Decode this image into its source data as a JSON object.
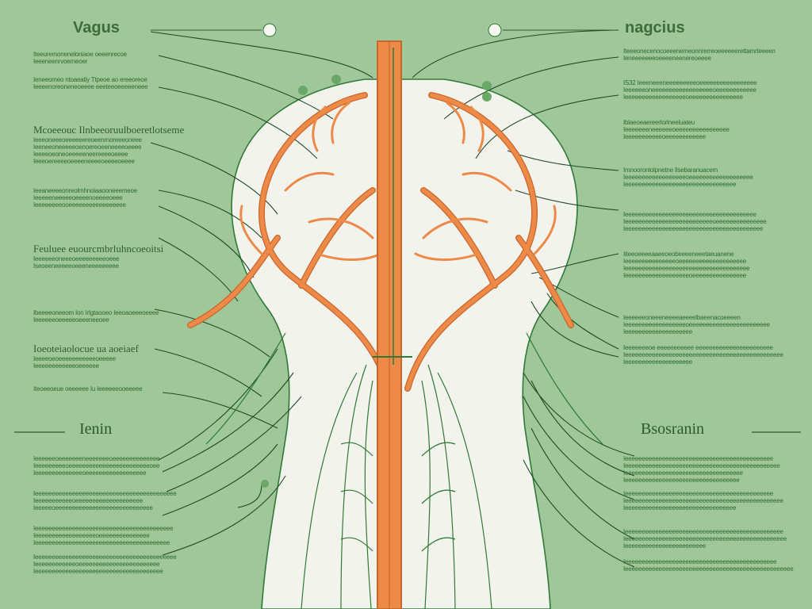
{
  "titles": {
    "top_left": "Vagus",
    "top_right": "nagcius",
    "mid_left": "Ienin",
    "mid_right": "Bsosranin"
  },
  "left_blocks": [
    {
      "heading": "",
      "lines": [
        "Iteeuremoneneloniaoe oeeenrecoe",
        "Ieeeneenrvoemeoer"
      ]
    },
    {
      "heading": "",
      "lines": [
        "Ieneeomeo ntoaeatiy Ttpeoe ao ereeoreoe",
        "Ieeeenoreoneneoeeee eeeteeoeeeeeneee"
      ]
    },
    {
      "heading": "Mcoeeouc  Ilnbeeoruulboeretlotseme",
      "lines": [
        "Ieeeoneeeoeeeeeereoeenrnoreeeoneee",
        "Ieeneeoneeeeeoenoereoeeneeeeoeeee",
        "Ieeeeoeoneoeeeeeneereeeeoeeee",
        "Ieeeoereeeeoeeeeneeeeoeeeeoeeee"
      ]
    },
    {
      "heading": "",
      "lines": [
        "Ieeaneeeeonreolmhnoiaaooneeemeoe",
        "Ieeeeeneeeeeoeeeenoeeeeoeee",
        "Ieeeeeeeeooeeeeeeeeeeeeeeeee"
      ]
    },
    {
      "heading": "Feuluee  euourcmbrluhncoeoitsi",
      "lines": [
        "Ieeeeeeoneeeoeeeeeeeeeoeee",
        "Iseoeeneeeeeoeeeneeeeeeeee"
      ]
    },
    {
      "heading": "",
      "lines": [
        "Ibeeeeoneeom Ion Irlgtaooeo Ieeoaoeeeoeeee",
        "Ieeeeeeoeeeeeoeeeneeoee"
      ]
    },
    {
      "heading": "Ioeoteiaolocue ua aoeiaef",
      "lines": [
        "Ieeeeoeoeeeeeeeeeeeoeeeee",
        "Ieeeeeeeeeeeeoeeeeee"
      ]
    },
    {
      "heading": "",
      "lines": [
        "Iteoeeoeue oeeeeee Iu Ieeeeeeooeeeee"
      ]
    },
    {
      "heading": "",
      "lines": [
        "Ieeeeeeoeeeeeeeneeeeeeeoeeeeeeeeeeeeee",
        "Ieeeeeeeeeoeeeeeeeeeeeeeeeeeeeeeeeeoee",
        "Ieeeeeeeeeeeeeeoeeeeeeeeeeeeeeeeee"
      ]
    },
    {
      "heading": "",
      "lines": [
        "Ieeeeeeeeeeeeeeeeeeeeeeeeeeeeeeeeeeeeeeeeee",
        "Ieeeeeeeeeeeoeeeeeeeeeeeeeeeeeeee",
        "Ieeeeeoeeeeeeeeeeeeeeeeeeeeeeeeeeeee"
      ]
    },
    {
      "heading": "",
      "lines": [
        "Ieeeeeeeeeeeeeeeeeeeeeeeeeeeeeeeeeeeeeeeee",
        "Ieeeeeeeeeeeeeeeeeeoeeeeeeeeeeeeeee",
        "Ieeeeeeeeeeeeeeeeeeeeeeeeeeeeeeeeeeeeeeee"
      ]
    },
    {
      "heading": "",
      "lines": [
        "Ieeeeeeeeeeeeeeeeeeeeeeeeeeeeeeeeeeeeeeeeee",
        "Ieeeeeeeeeeeeoeeeeeeeeeeeeeeeeeeeeeeee",
        "Ieeeeeeeeeeeeeeeeeeeeeeeeeeeeeeeeeeeeee"
      ]
    }
  ],
  "right_blocks": [
    {
      "heading": "",
      "lines": [
        "Iteeeonecenocoeeenemeonnrerreoeeeeeerettamrteeeen",
        "Ieneeeeeeeoeeeeneenereoeeee"
      ]
    },
    {
      "heading": "",
      "lines": [
        "IS32 Ieeeneeeneeeeeeeeeoeeeeeeeeeeeeeeeee",
        "Ieeeeeeoneeeeeeeeeeeeeeeeeeoeeeeeeeeeeee",
        "Ieeeeeeeeeeeeeeeeeeoeeeeeeeeeeeeeeee"
      ]
    },
    {
      "heading": "",
      "lines": [
        "Iblaeoeaereerlorlneeluateu",
        "Ieeeeeeeneeeeeeoeeeeeeeeeeeeeeee",
        "Ieeeeeeeeeeeoeeeeeeeeeeee"
      ]
    },
    {
      "heading": "",
      "lines": [
        "Imnooronlolpnetne  Ilsebaranuacem",
        "Ieeeeeeeeeeeeeeeeeeoeeeeeeeeeeeeeeeeeee",
        "Ieeeeeeeeeeeeeeeeeeeeeeeeeeeeeeeee"
      ]
    },
    {
      "heading": "",
      "lines": [
        "Ieeeeeeeeeeeeeeeeeeeeeeeeeeeeeeeeeeeeeee",
        "Ieeeeeeeeeeeeeeeeeeeeeeeeeeoeeeeeeeeeeeeeee",
        "Ieeeeeeeeeeeeeeeeeeeeeeeeeeeeeeeeeeeeeeeee"
      ]
    },
    {
      "heading": "",
      "lines": [
        "Iiteeoeeeeaaeeoeobeeeeneeetaeuanene",
        "Ieeeeeeeeeeeeeeeoeeeeeeeeeeeeeeeeeeee",
        "Ieeeeeeeeeeeeeeeeeeeeeeeeeeeeeeeeeeeee",
        "Ieeeeeeeeeeeeeeeeeeeoeeeeeeeeeeeeeeee"
      ]
    },
    {
      "heading": "",
      "lines": [
        "Ieeeeeeoneeeneeeeaeeeelbaeenacoeeeen",
        "Ieeeeeeeeeeeeeeeeeeoeeeeeeeeeeeeeeeeeeeeeeee",
        "Ieeeeeeeeeeeeeeeeeeee"
      ]
    },
    {
      "heading": "",
      "lines": [
        "Ieeeeeeeoe eeeeeeeeeee eeeeeeeeeeeeeeeeeeeeeee",
        "Ieeeeeeeeeeeeeeeeeeeeeeeeeeeeeeeeeeeeeeeeeeeeeee",
        "Ieeeeeeeeeeeeeeeeeeee"
      ]
    },
    {
      "heading": "",
      "lines": [
        "Ieeeeeeeeeeeeeeeeeeeeeeeeeeeeeeeeeeeeeeeeeeee",
        "Ieeeeeeeeeeeeeeeeeeeeeeeeeeeeeeeeeeeeeeeeeeeeee",
        "Ieeeeeeeeeeeeeeeeeeeeeeeeeeeeeeeeeee",
        "Ieeeeeeeeeeeeeeeeeeeeeeeeeeeeeeeeee"
      ]
    },
    {
      "heading": "",
      "lines": [
        "Ieeeeeeeeeeeeeeeeeeeeeeeeeeeeeeeeeeeeeeeeeeee",
        "Ieeeeeeeeeeeeeeeeeeeeeeeeeeeeeeeeeeeeeeeeeeeeeee",
        "Ieeeeeeeeeeeeeeeeeeeeeeeeeeeeeeeee"
      ]
    },
    {
      "heading": "",
      "lines": [
        "Ieeeeeeeeeeeeeeeeeeeeeeeeeeeeeeeeeeeeeeeeeeeeeee",
        "Ieeeeeeeeeeeeeeeeeeeeeeeeeeeeeeeeeeeeeeeeeeeeeeee",
        "Ieeeeeeeeeeeeeeeeeeeeeeee"
      ]
    },
    {
      "heading": "",
      "lines": [
        "Ieeeeeeeeeeeeeeeeeeeeeeeeeeeeeeeeeeeeeeeeeeeee",
        "Ieeeeeeeeeeeeeeeeeeeeeeeeeeeeeeeeeeeeeeeeeeeeeeeeee"
      ]
    }
  ],
  "colors": {
    "background": "#9fc79a",
    "body": "#f3f3ee",
    "nerve_main": "#ee8a47",
    "nerve_edge": "#c9672b",
    "nerve_green": "#2f7a35",
    "text": "#2e6b2c"
  }
}
